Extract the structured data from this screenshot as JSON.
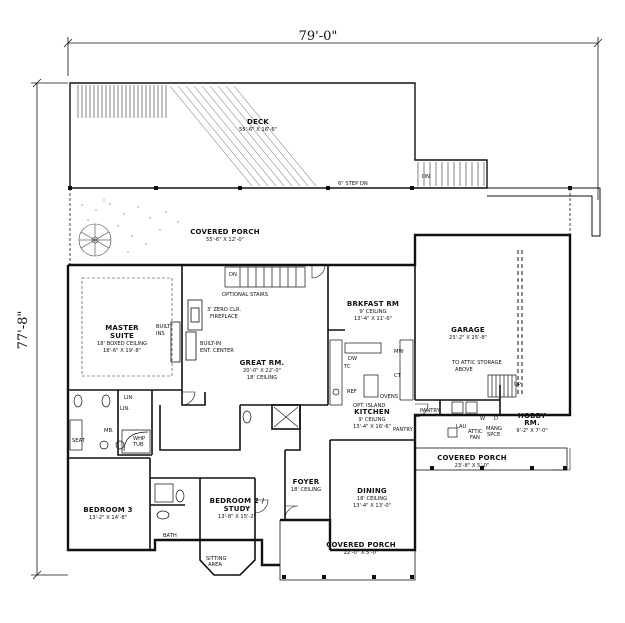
{
  "dimensions": {
    "width": "79'-0\"",
    "depth": "77'-8\""
  },
  "rooms": [
    {
      "id": "deck",
      "name": "DECK",
      "size": "55'-6\" X 16'-6\""
    },
    {
      "id": "covered-porch-rear",
      "name": "COVERED PORCH",
      "size": "55'-6\" X 12'-0\""
    },
    {
      "id": "master-suite",
      "name": "MASTER",
      "name2": "SUITE",
      "ceiling": "18' BOXED CEILING",
      "size": "18'-6\" X 19'-8\""
    },
    {
      "id": "great-room",
      "name": "GREAT RM.",
      "size": "20'-0\" X 22'-0\"",
      "ceiling": "18' CEILING"
    },
    {
      "id": "breakfast-room",
      "name": "BRKFAST RM",
      "ceiling": "9' CEILING",
      "size": "13'-4\" X 11'-6\""
    },
    {
      "id": "garage",
      "name": "GARAGE",
      "size": "23'-2\" X 25'-8\""
    },
    {
      "id": "kitchen",
      "name": "KITCHEN",
      "note": "OPT. ISLAND",
      "ceiling": "9' CEILING",
      "size": "13'-4\" X 16'-6\""
    },
    {
      "id": "hobby-room",
      "name": "HOBBY",
      "name2": "RM.",
      "size": "9'-2\" X 7'-0\""
    },
    {
      "id": "covered-porch-side",
      "name": "COVERED PORCH",
      "size": "23'-8\" X 5'-0\""
    },
    {
      "id": "bedroom-3",
      "name": "BEDROOM 3",
      "size": "13'-2\" X 14'-8\""
    },
    {
      "id": "bedroom-2",
      "name": "BEDROOM 2 /",
      "name2": "STUDY",
      "size": "13'-8\" X 15'-2\""
    },
    {
      "id": "foyer",
      "name": "FOYER",
      "ceiling": "18' CEILING"
    },
    {
      "id": "dining",
      "name": "DINING",
      "ceiling": "18' CEILING",
      "size": "13'-4\" X 13'-0\""
    },
    {
      "id": "covered-porch-front",
      "name": "COVERED PORCH",
      "size": "22'-0\" X 5'-0\""
    }
  ],
  "labels": {
    "step": "6\" STEP DN",
    "dn_deck": "DN",
    "dn_stairs": "DN",
    "up": "UP",
    "optional_stairs": "OPTIONAL STAIRS",
    "fireplace_1": "3' ZERO CLR.",
    "fireplace_2": "FIREPLACE",
    "built_ins_1": "BUILT",
    "built_ins_2": "INS",
    "built_in_1": "BUILT-IN",
    "built_in_2": "ENT. CENTER",
    "attic_1": "TO ATTIC STORAGE",
    "attic_2": "ABOVE",
    "pantry_1": "PANTRY",
    "pantry_2": "PANTRY",
    "lau": "LAU",
    "attic_fan_1": "ATTIC",
    "attic_fan_2": "FAN",
    "mang_1": "MANG",
    "mang_2": "SPCE",
    "wd_w": "W",
    "wd_d": "D",
    "lin_1": "LIN",
    "lin_2": "LIN.",
    "mb": "MB.",
    "whp_1": "WHP",
    "whp_2": "TUB",
    "seat": "SEAT",
    "bath": "BATH",
    "sitting_1": "SITTING",
    "sitting_2": "AREA",
    "ovens": "OVENS",
    "ref": "REF",
    "dw": "DW",
    "tc": "TC",
    "ct": "CT",
    "mw": "MW"
  }
}
